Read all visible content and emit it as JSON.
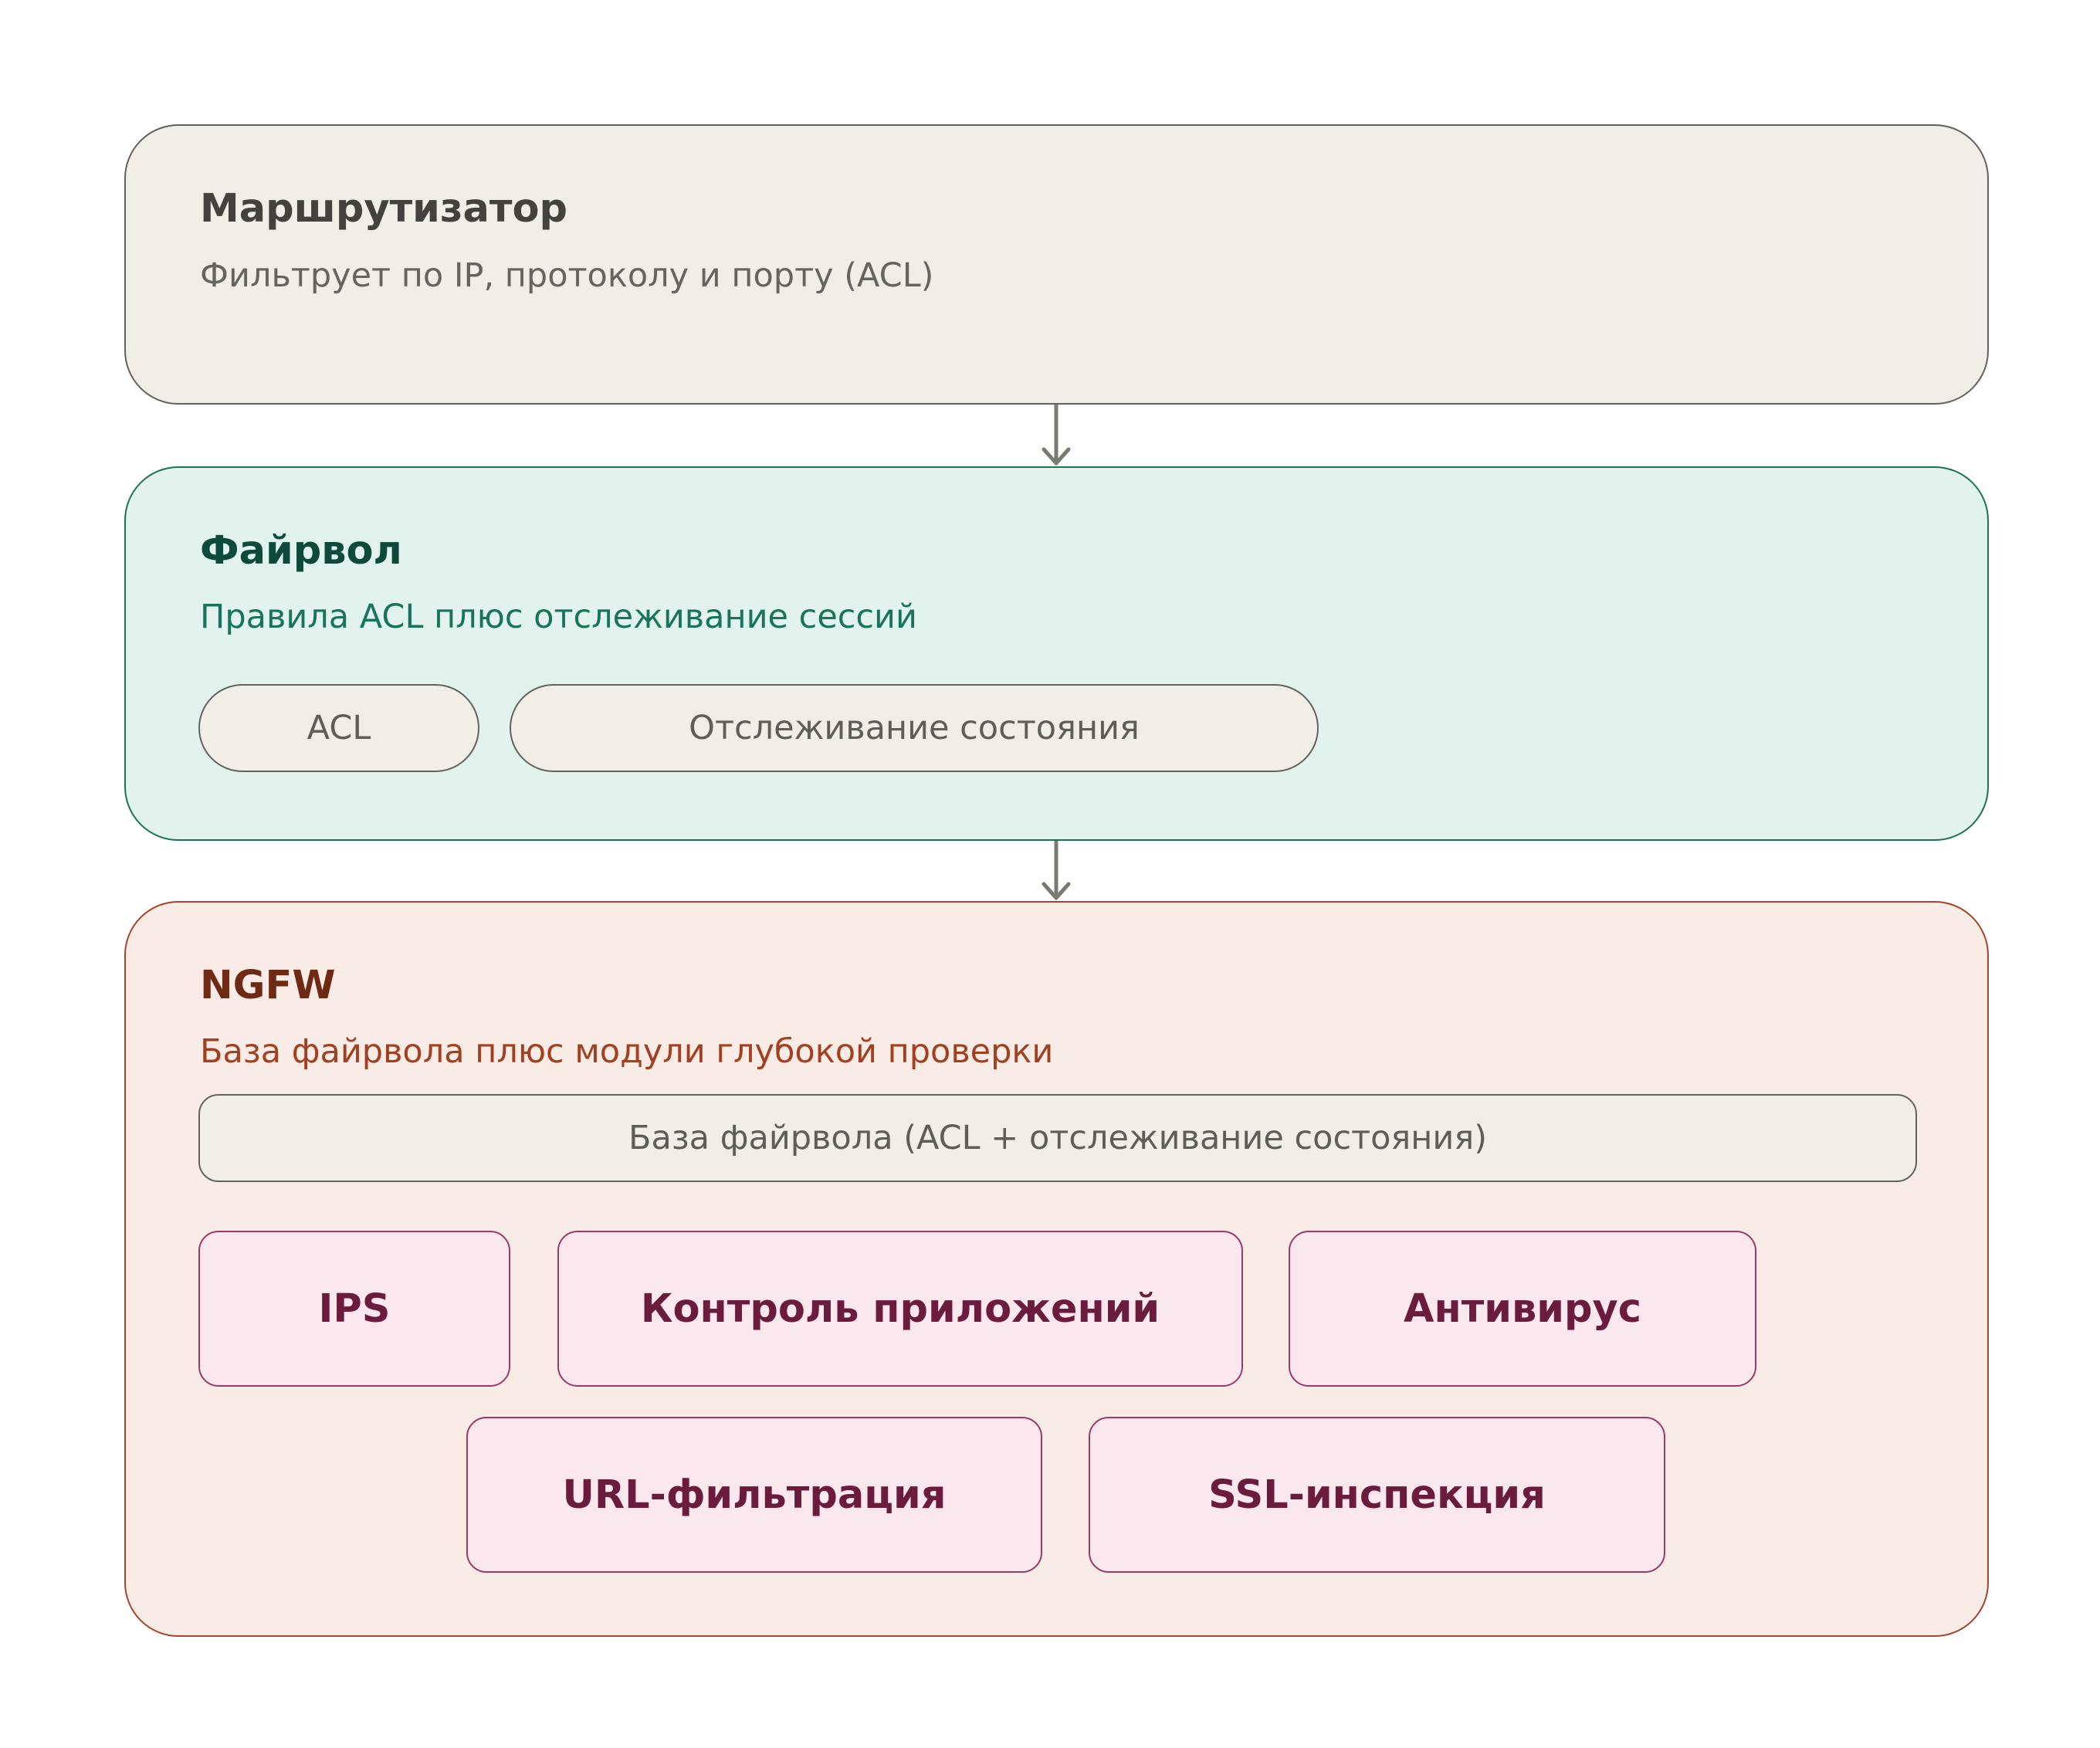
{
  "router": {
    "title": "Маршрутизатор",
    "subtitle": "Фильтрует по IP, протоколу и порту (ACL)"
  },
  "firewall": {
    "title": "Файрвол",
    "subtitle": "Правила ACL плюс отслеживание сессий",
    "pills": [
      "ACL",
      "Отслеживание состояния"
    ]
  },
  "ngfw": {
    "title": "NGFW",
    "subtitle": "База файрвола плюс модули глубокой проверки",
    "base": "База файрвола (ACL + отслеживание состояния)",
    "modules": [
      "IPS",
      "Контроль приложений",
      "Антивирус",
      "URL-фильтрация",
      "SSL-инспекция"
    ]
  },
  "colors": {
    "router_fill": "#f1eee8",
    "firewall_fill": "#e1f3ec",
    "ngfw_fill": "#f9ece6",
    "module_fill": "#fae8ee",
    "arrow": "#7a7a72"
  }
}
